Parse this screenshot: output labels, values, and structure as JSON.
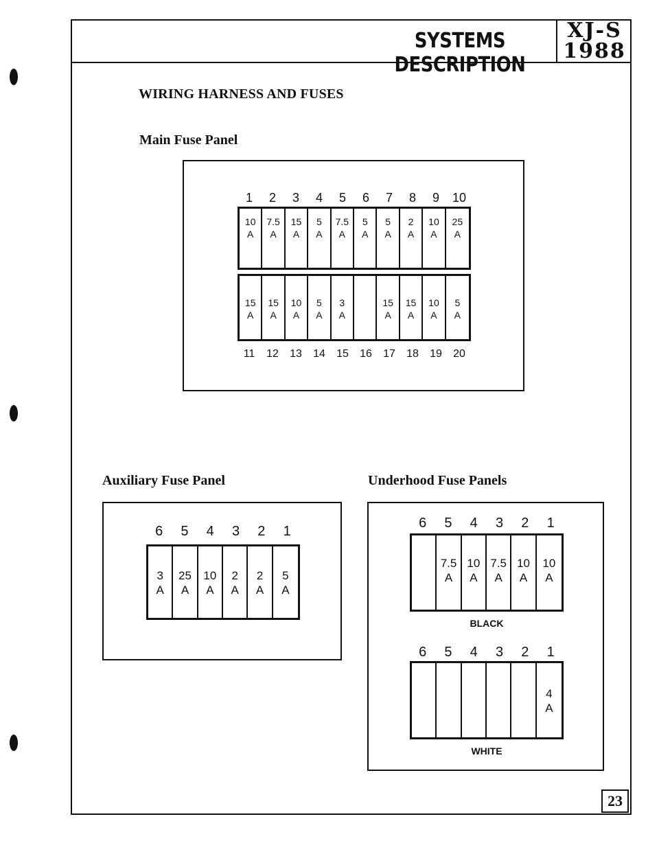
{
  "header": {
    "title": "SYSTEMS DESCRIPTION",
    "model": "XJ-S",
    "year": "1988"
  },
  "section_title": "WIRING HARNESS AND FUSES",
  "main_panel": {
    "heading": "Main Fuse Panel",
    "top_numbers": [
      "1",
      "2",
      "3",
      "4",
      "5",
      "6",
      "7",
      "8",
      "9",
      "10"
    ],
    "top_fuses": [
      [
        "10",
        "A"
      ],
      [
        "7.5",
        "A"
      ],
      [
        "15",
        "A"
      ],
      [
        "5",
        "A"
      ],
      [
        "7.5",
        "A"
      ],
      [
        "5",
        "A"
      ],
      [
        "5",
        "A"
      ],
      [
        "2",
        "A"
      ],
      [
        "10",
        "A"
      ],
      [
        "25",
        "A"
      ]
    ],
    "bottom_fuses": [
      [
        "15",
        "A"
      ],
      [
        "15",
        "A"
      ],
      [
        "10",
        "A"
      ],
      [
        "5",
        "A"
      ],
      [
        "3",
        "A"
      ],
      [
        "",
        ""
      ],
      [
        "15",
        "A"
      ],
      [
        "15",
        "A"
      ],
      [
        "10",
        "A"
      ],
      [
        "5",
        "A"
      ]
    ],
    "bottom_numbers": [
      "11",
      "12",
      "13",
      "14",
      "15",
      "16",
      "17",
      "18",
      "19",
      "20"
    ]
  },
  "aux_panel": {
    "heading": "Auxiliary Fuse Panel",
    "numbers": [
      "6",
      "5",
      "4",
      "3",
      "2",
      "1"
    ],
    "fuses": [
      [
        "3",
        "A"
      ],
      [
        "25",
        "A"
      ],
      [
        "10",
        "A"
      ],
      [
        "2",
        "A"
      ],
      [
        "2",
        "A"
      ],
      [
        "5",
        "A"
      ]
    ]
  },
  "underhood": {
    "heading": "Underhood Fuse Panels",
    "black": {
      "numbers": [
        "6",
        "5",
        "4",
        "3",
        "2",
        "1"
      ],
      "fuses": [
        [
          "",
          ""
        ],
        [
          "7.5",
          "A"
        ],
        [
          "10",
          "A"
        ],
        [
          "7.5",
          "A"
        ],
        [
          "10",
          "A"
        ],
        [
          "10",
          "A"
        ]
      ],
      "label": "BLACK"
    },
    "white": {
      "numbers": [
        "6",
        "5",
        "4",
        "3",
        "2",
        "1"
      ],
      "fuses": [
        [
          "",
          ""
        ],
        [
          "",
          ""
        ],
        [
          "",
          ""
        ],
        [
          "",
          ""
        ],
        [
          "",
          ""
        ],
        [
          "4",
          "A"
        ]
      ],
      "label": "WHITE"
    }
  },
  "page_number": "23"
}
